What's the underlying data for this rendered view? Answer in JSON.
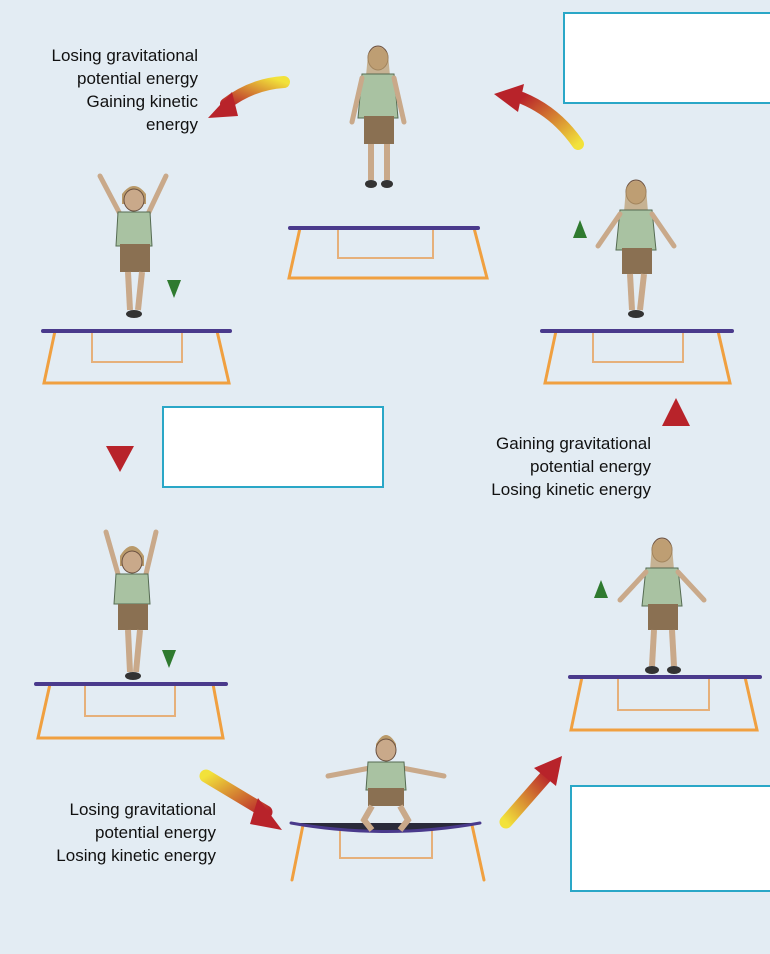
{
  "diagram": {
    "captions": {
      "top_left": [
        "Losing gravitational",
        "potential energy",
        "Gaining kinetic",
        "energy"
      ],
      "middle_right": [
        "Gaining gravitational",
        "potential energy",
        "Losing kinetic energy"
      ],
      "bottom_left": [
        "Losing gravitational",
        "potential energy",
        "Losing kinetic energy"
      ]
    },
    "answer_boxes": [
      "top-right",
      "middle-left",
      "bottom-right"
    ],
    "colors": {
      "background": "#e3ecf3",
      "trampoline_frame": "#f0a040",
      "trampoline_mat": "#4a3a8c",
      "answer_border": "#2aa7c7",
      "cycle_arrow_start": "#f2e23a",
      "cycle_arrow_end": "#b8232a",
      "motion_arrow": "#2f7a2f"
    }
  }
}
